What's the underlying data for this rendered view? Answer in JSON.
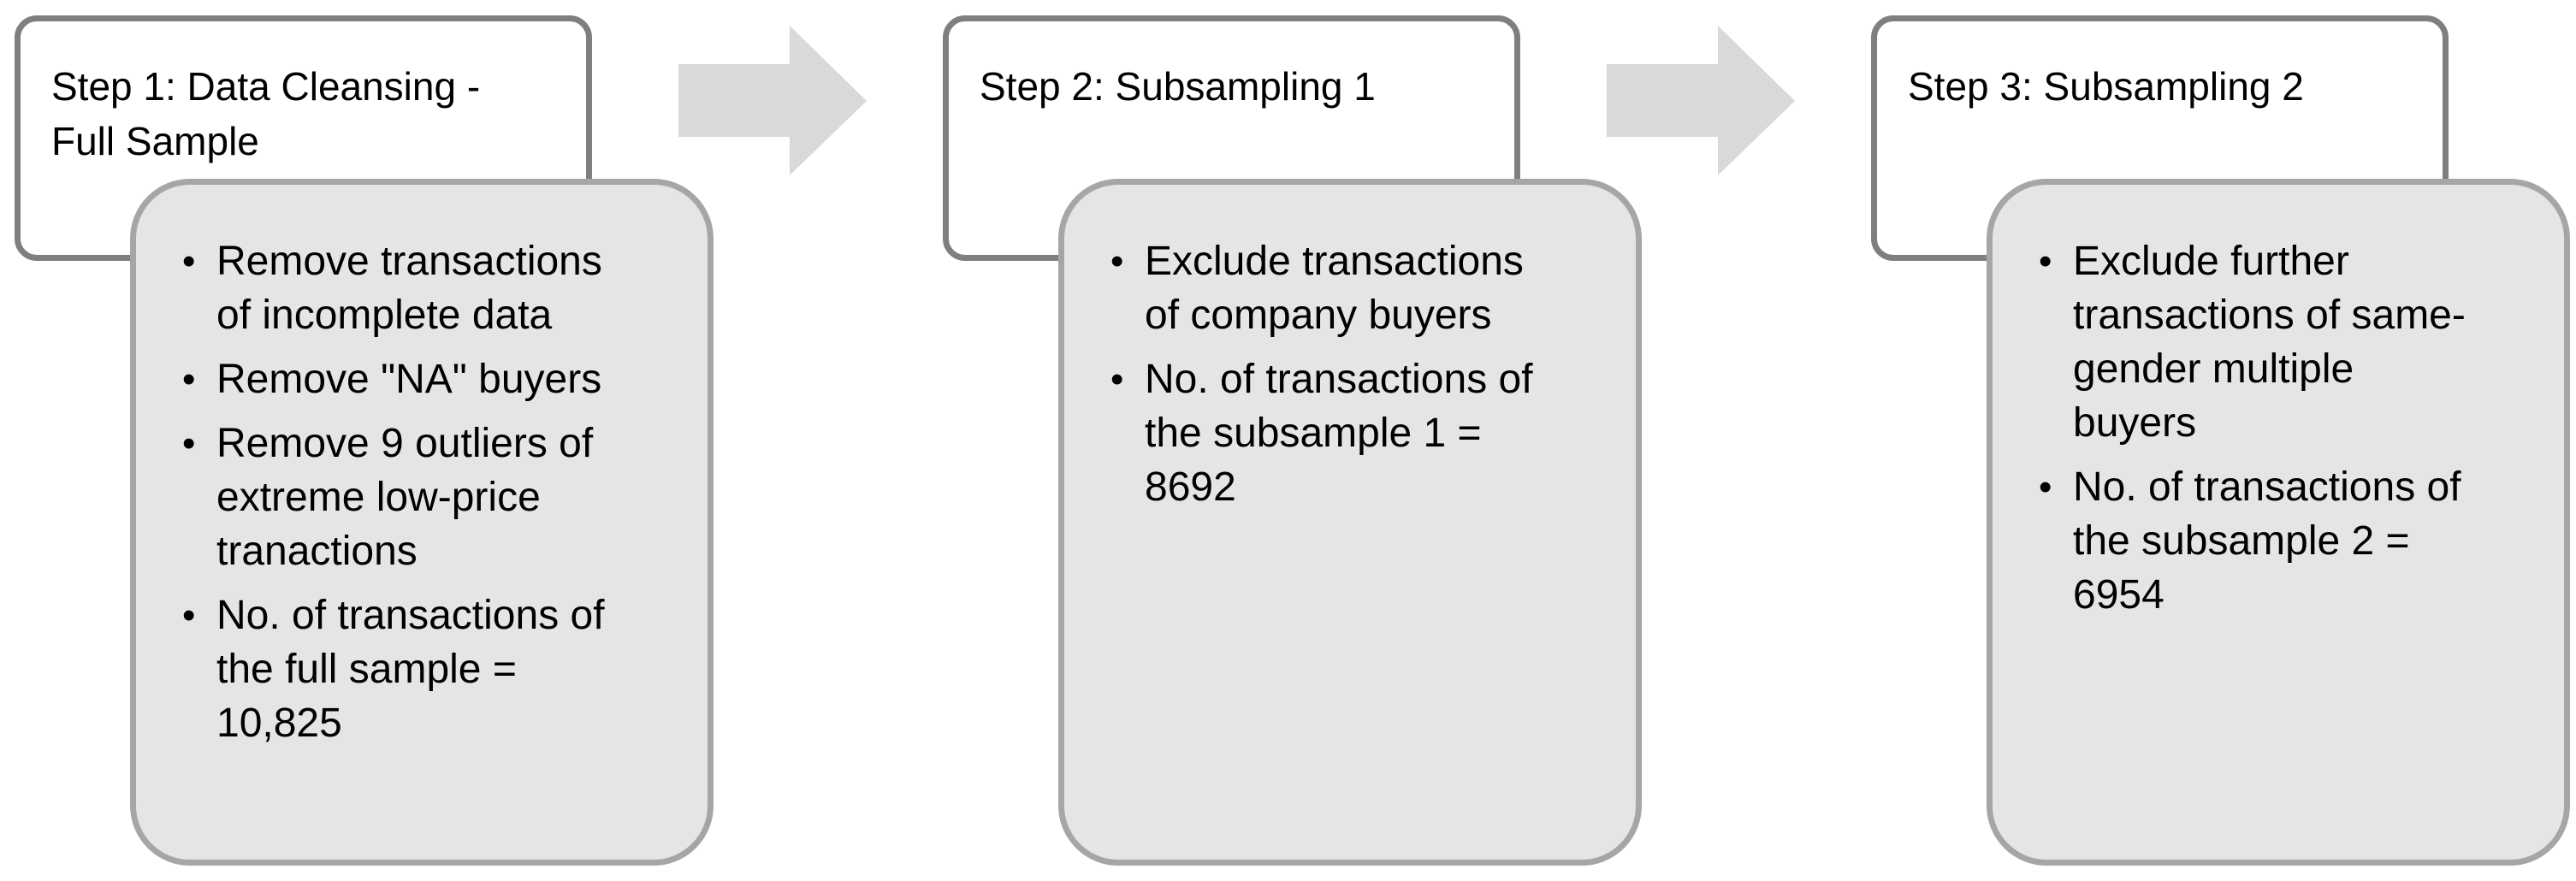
{
  "colors": {
    "title_border": "#7f7f7f",
    "detail_border": "#a6a6a6",
    "detail_fill": "#e5e5e5",
    "arrow_fill": "#d9d9d9"
  },
  "steps": [
    {
      "title": "Step 1: Data Cleansing -\nFull Sample",
      "bullets": [
        "Remove transactions\nof incomplete data",
        "Remove \"NA\" buyers",
        "Remove 9 outliers of\nextreme low-price\ntranactions",
        "No. of transactions of\nthe full sample =\n10,825"
      ]
    },
    {
      "title": "Step 2: Subsampling 1",
      "bullets": [
        "Exclude transactions\nof company buyers",
        "No. of transactions of\nthe subsample 1 =\n8692"
      ]
    },
    {
      "title": "Step 3: Subsampling 2",
      "bullets": [
        "Exclude further\ntransactions of same-\ngender multiple\nbuyers",
        "No. of transactions of\nthe subsample 2 =\n6954"
      ]
    }
  ],
  "arrows": [
    {
      "icon": "right-arrow-icon"
    },
    {
      "icon": "right-arrow-icon"
    }
  ]
}
